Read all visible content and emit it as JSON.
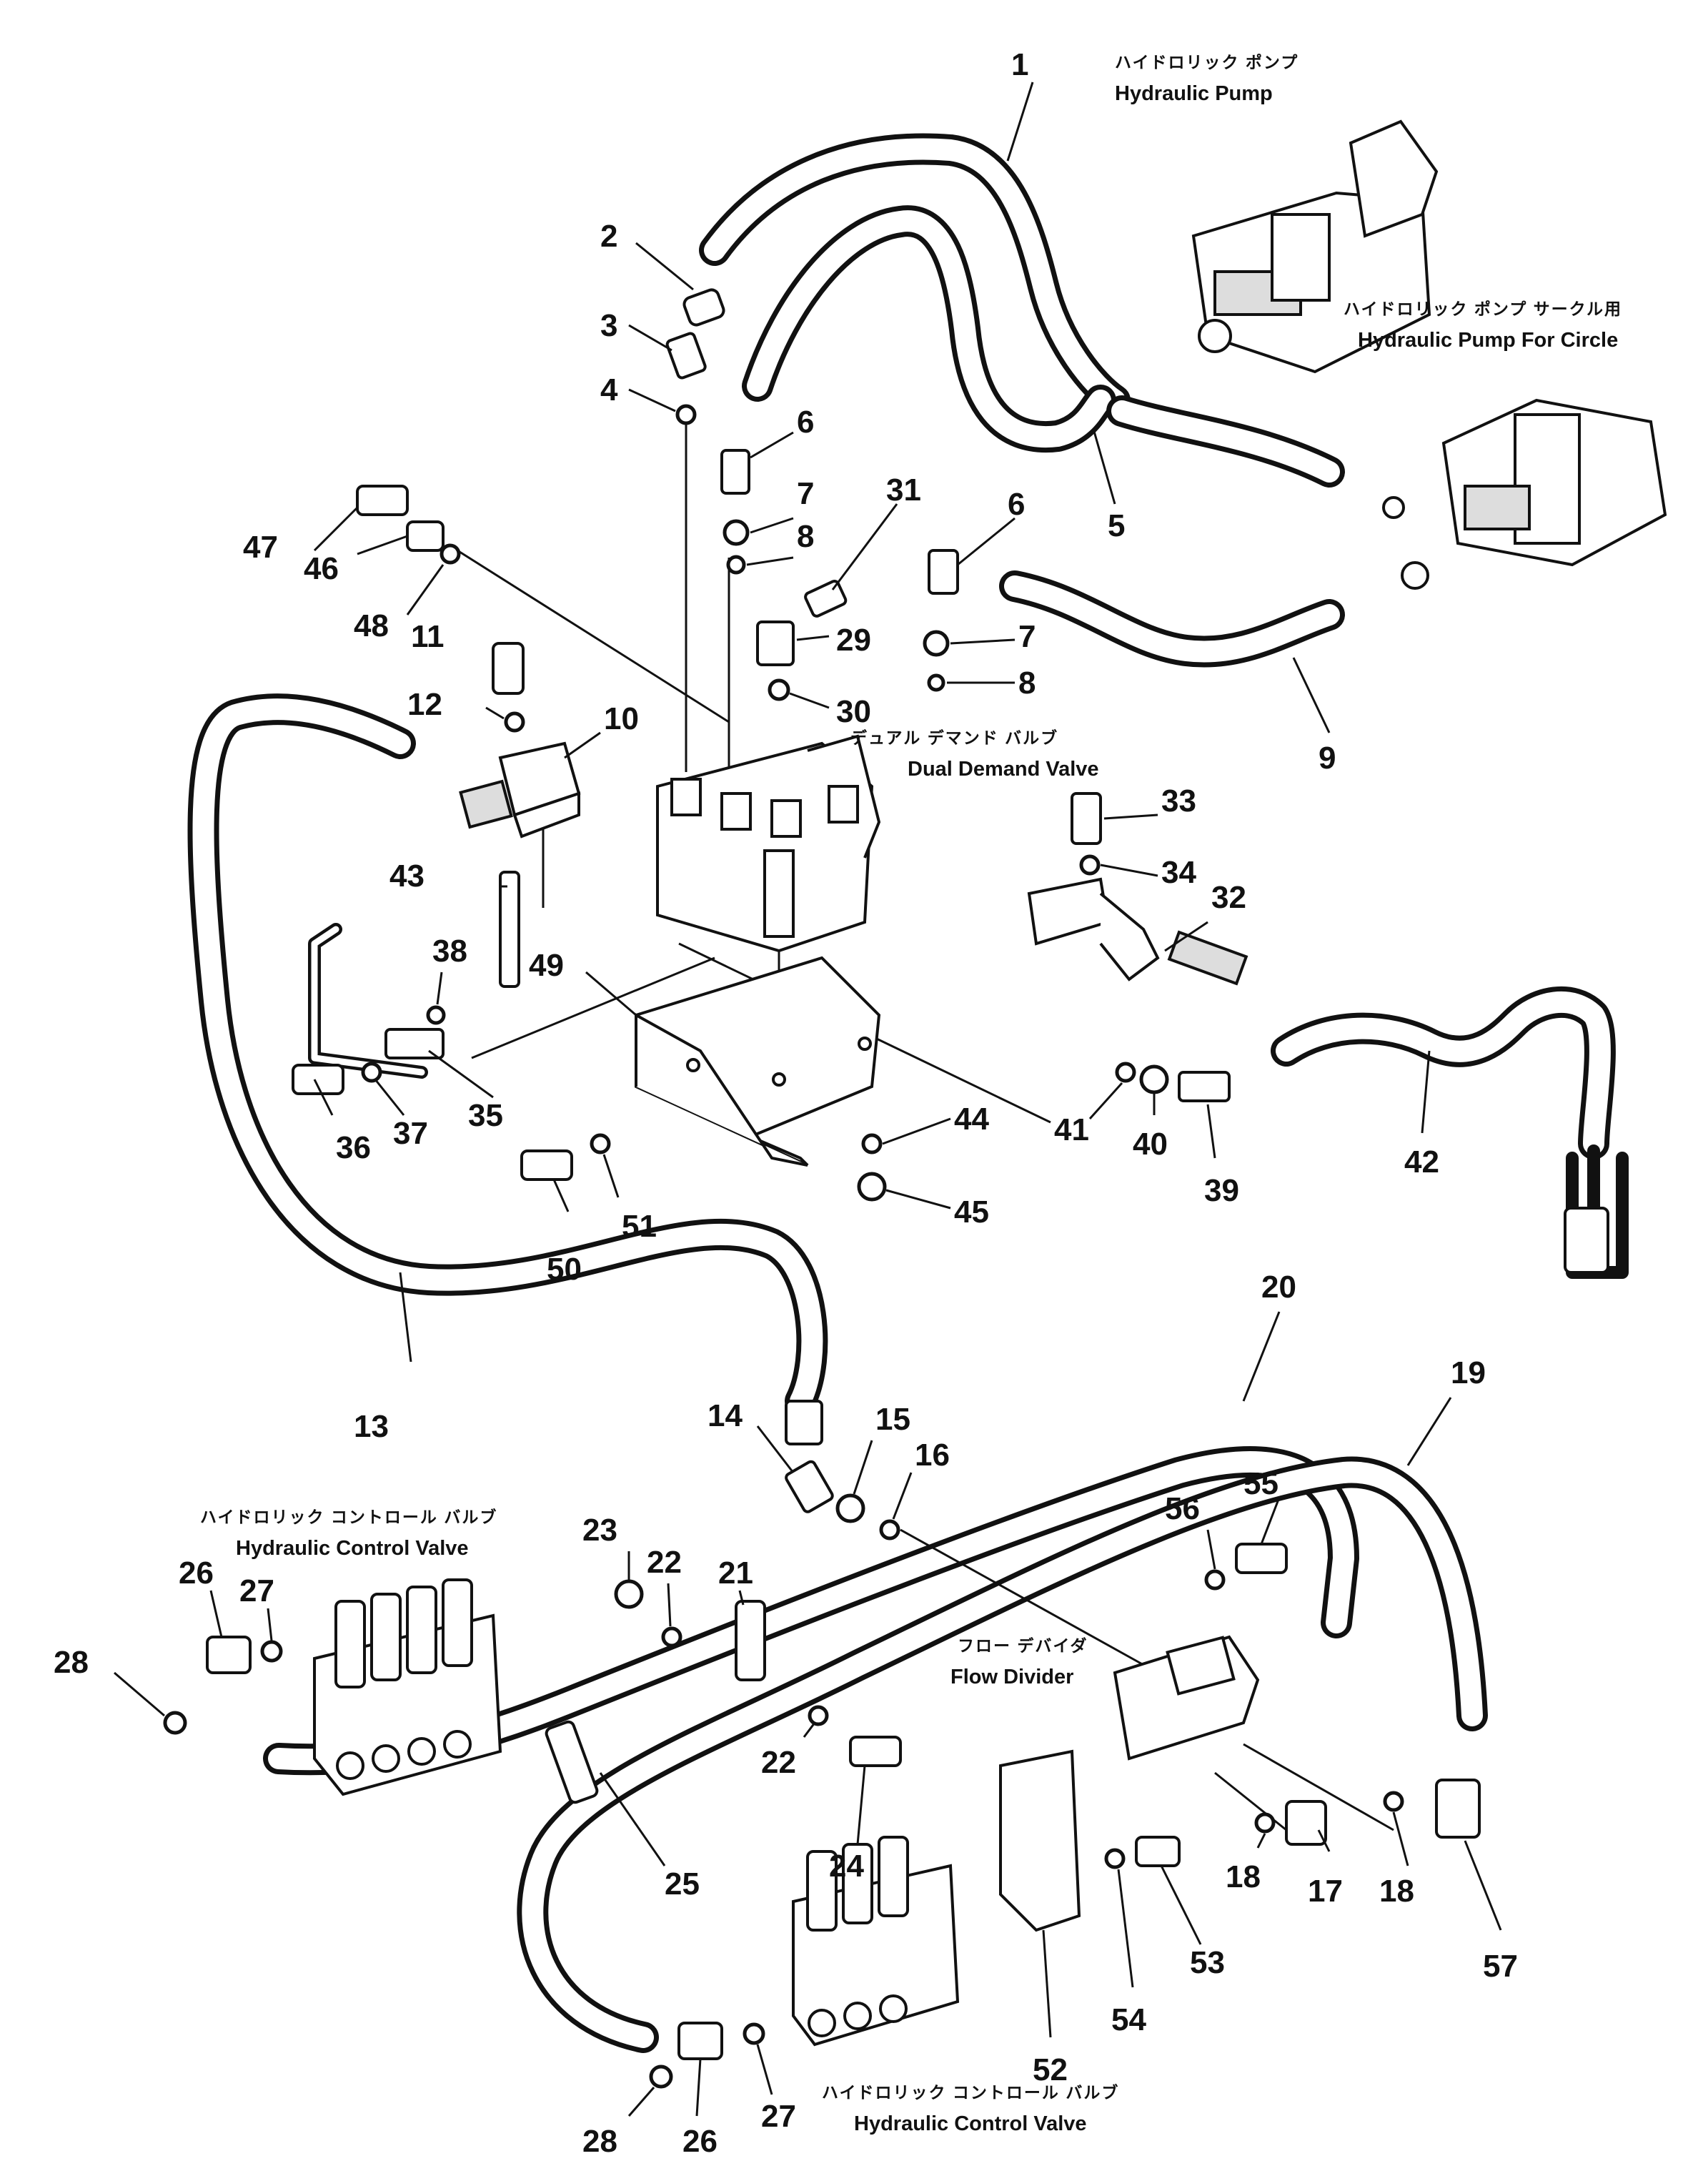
{
  "components": {
    "hydraulic_pump": {
      "label_jp": "ハイドロリック ポンプ",
      "label_en": "Hydraulic Pump"
    },
    "hydraulic_pump_circle": {
      "label_jp": "ハイドロリック ポンプ サークル用",
      "label_en": "Hydraulic Pump  For Circle"
    },
    "dual_demand_valve": {
      "label_jp": "デュアル デマンド バルブ",
      "label_en": "Dual Demand Valve"
    },
    "flow_divider": {
      "label_jp": "フロー デバイダ",
      "label_en": "Flow Divider"
    },
    "control_valve_left": {
      "label_jp": "ハイドロリック コントロール バルブ",
      "label_en": "Hydraulic Control Valve"
    },
    "control_valve_bottom": {
      "label_jp": "ハイドロリック コントロール バルブ",
      "label_en": "Hydraulic Control Valve"
    }
  },
  "callouts": [
    {
      "id": "c1",
      "text": "1"
    },
    {
      "id": "c2",
      "text": "2"
    },
    {
      "id": "c3",
      "text": "3"
    },
    {
      "id": "c4",
      "text": "4"
    },
    {
      "id": "c5",
      "text": "5"
    },
    {
      "id": "c6a",
      "text": "6"
    },
    {
      "id": "c6b",
      "text": "6"
    },
    {
      "id": "c7a",
      "text": "7"
    },
    {
      "id": "c7b",
      "text": "7"
    },
    {
      "id": "c8a",
      "text": "8"
    },
    {
      "id": "c8b",
      "text": "8"
    },
    {
      "id": "c9",
      "text": "9"
    },
    {
      "id": "c10",
      "text": "10"
    },
    {
      "id": "c11",
      "text": "11"
    },
    {
      "id": "c12",
      "text": "12"
    },
    {
      "id": "c13",
      "text": "13"
    },
    {
      "id": "c14",
      "text": "14"
    },
    {
      "id": "c15",
      "text": "15"
    },
    {
      "id": "c16",
      "text": "16"
    },
    {
      "id": "c17",
      "text": "17"
    },
    {
      "id": "c18a",
      "text": "18"
    },
    {
      "id": "c18b",
      "text": "18"
    },
    {
      "id": "c19",
      "text": "19"
    },
    {
      "id": "c20",
      "text": "20"
    },
    {
      "id": "c21",
      "text": "21"
    },
    {
      "id": "c22a",
      "text": "22"
    },
    {
      "id": "c22b",
      "text": "22"
    },
    {
      "id": "c23",
      "text": "23"
    },
    {
      "id": "c24",
      "text": "24"
    },
    {
      "id": "c25",
      "text": "25"
    },
    {
      "id": "c26a",
      "text": "26"
    },
    {
      "id": "c26b",
      "text": "26"
    },
    {
      "id": "c27a",
      "text": "27"
    },
    {
      "id": "c27b",
      "text": "27"
    },
    {
      "id": "c28a",
      "text": "28"
    },
    {
      "id": "c28b",
      "text": "28"
    },
    {
      "id": "c29",
      "text": "29"
    },
    {
      "id": "c30",
      "text": "30"
    },
    {
      "id": "c31",
      "text": "31"
    },
    {
      "id": "c32",
      "text": "32"
    },
    {
      "id": "c33",
      "text": "33"
    },
    {
      "id": "c34",
      "text": "34"
    },
    {
      "id": "c35",
      "text": "35"
    },
    {
      "id": "c36",
      "text": "36"
    },
    {
      "id": "c37",
      "text": "37"
    },
    {
      "id": "c38",
      "text": "38"
    },
    {
      "id": "c39",
      "text": "39"
    },
    {
      "id": "c40",
      "text": "40"
    },
    {
      "id": "c41",
      "text": "41"
    },
    {
      "id": "c42",
      "text": "42"
    },
    {
      "id": "c43",
      "text": "43"
    },
    {
      "id": "c44",
      "text": "44"
    },
    {
      "id": "c45",
      "text": "45"
    },
    {
      "id": "c46",
      "text": "46"
    },
    {
      "id": "c47",
      "text": "47"
    },
    {
      "id": "c48",
      "text": "48"
    },
    {
      "id": "c49",
      "text": "49"
    },
    {
      "id": "c50",
      "text": "50"
    },
    {
      "id": "c51",
      "text": "51"
    },
    {
      "id": "c52",
      "text": "52"
    },
    {
      "id": "c53",
      "text": "53"
    },
    {
      "id": "c54",
      "text": "54"
    },
    {
      "id": "c55",
      "text": "55"
    },
    {
      "id": "c56",
      "text": "56"
    },
    {
      "id": "c57",
      "text": "57"
    }
  ]
}
